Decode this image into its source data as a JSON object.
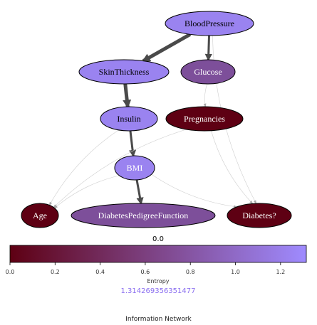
{
  "nodes": [
    {
      "id": "BloodPressure",
      "label": "BloodPressure",
      "entropy": 1.31,
      "fill": "#9a83f0",
      "text": "#000000"
    },
    {
      "id": "SkinThickness",
      "label": "SkinThickness",
      "entropy": 1.28,
      "fill": "#9a83f0",
      "text": "#000000"
    },
    {
      "id": "Glucose",
      "label": "Glucose",
      "entropy": 0.72,
      "fill": "#7d4f9a",
      "text": "#ffffff"
    },
    {
      "id": "Insulin",
      "label": "Insulin",
      "entropy": 1.28,
      "fill": "#9a83f0",
      "text": "#000000"
    },
    {
      "id": "Pregnancies",
      "label": "Pregnancies",
      "entropy": 0.05,
      "fill": "#5e0013",
      "text": "#ffffff"
    },
    {
      "id": "BMI",
      "label": "BMI",
      "entropy": 1.22,
      "fill": "#9a83f0",
      "text": "#ffffff"
    },
    {
      "id": "Age",
      "label": "Age",
      "entropy": 0.0,
      "fill": "#5e0013",
      "text": "#ffffff"
    },
    {
      "id": "DiabetesPedigreeFunction",
      "label": "DiabetesPedigreeFunction",
      "entropy": 0.72,
      "fill": "#7d4f9a",
      "text": "#ffffff"
    },
    {
      "id": "Diabetes",
      "label": "Diabetes?",
      "entropy": 0.0,
      "fill": "#5e0013",
      "text": "#ffffff"
    }
  ],
  "edges": [
    {
      "from": "BloodPressure",
      "to": "SkinThickness",
      "weight": "heavy"
    },
    {
      "from": "BloodPressure",
      "to": "Glucose",
      "weight": "medium"
    },
    {
      "from": "BloodPressure",
      "to": "Diabetes",
      "weight": "faint"
    },
    {
      "from": "SkinThickness",
      "to": "Insulin",
      "weight": "heavy"
    },
    {
      "from": "Glucose",
      "to": "Pregnancies",
      "weight": "faint"
    },
    {
      "from": "Insulin",
      "to": "BMI",
      "weight": "medium"
    },
    {
      "from": "Insulin",
      "to": "Age",
      "weight": "faint"
    },
    {
      "from": "Pregnancies",
      "to": "Age",
      "weight": "faint"
    },
    {
      "from": "Pregnancies",
      "to": "Diabetes",
      "weight": "faint"
    },
    {
      "from": "BMI",
      "to": "Age",
      "weight": "faint"
    },
    {
      "from": "BMI",
      "to": "DiabetesPedigreeFunction",
      "weight": "medium"
    },
    {
      "from": "BMI",
      "to": "Diabetes",
      "weight": "faint"
    }
  ],
  "colorbar": {
    "current_value": "0.0",
    "max_value": "1.314269356351477",
    "label": "Entropy",
    "range": [
      0,
      1.3142694
    ],
    "ticks": [
      "0.0",
      "0.2",
      "0.4",
      "0.6",
      "0.8",
      "1.0",
      "1.2"
    ],
    "color_low": "#5e0013",
    "color_high": "#9f8bff"
  },
  "footer": {
    "title": "Information Network"
  }
}
